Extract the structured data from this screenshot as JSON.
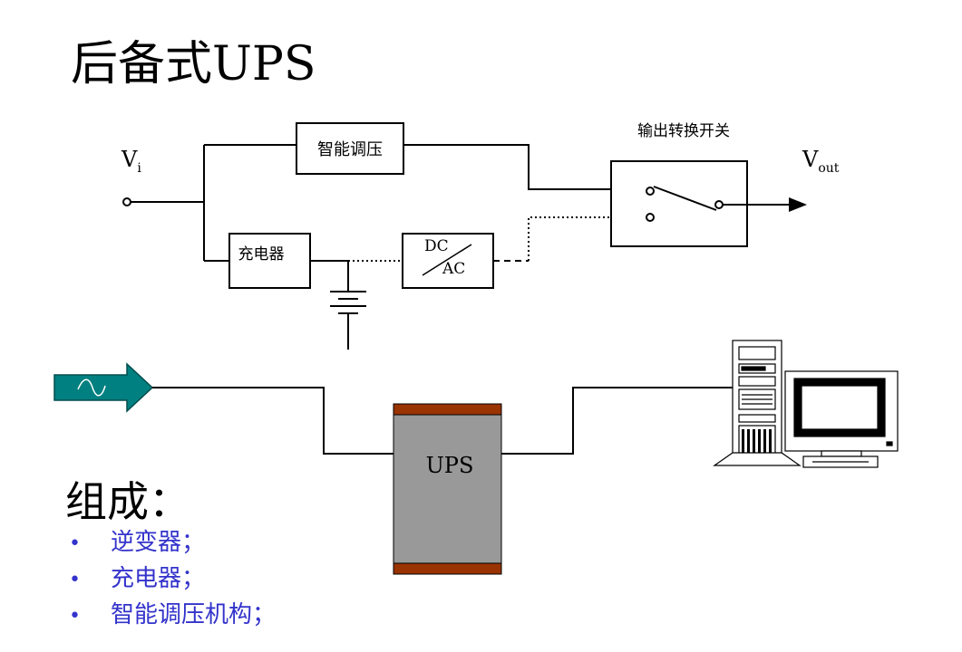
{
  "title": "后备式UPS",
  "diagram": {
    "input_label": "V",
    "input_sub": "i",
    "output_label": "V",
    "output_sub": "out",
    "regulator": "智能调压",
    "charger": "充电器",
    "inverter_top": "DC",
    "inverter_bottom": "AC",
    "switch_label": "输出转换开关",
    "ups_label": "UPS"
  },
  "composition": {
    "heading": "组成：",
    "items": [
      {
        "bullet": "•",
        "text": "逆变器；"
      },
      {
        "bullet": "•",
        "text": "充电器；"
      },
      {
        "bullet": "•",
        "text": "智能调压机构；"
      }
    ]
  },
  "colors": {
    "bullet_text": "#3333cc",
    "arrow_fill": "#008080",
    "ups_body": "#999999",
    "ups_caps": "#993300"
  }
}
